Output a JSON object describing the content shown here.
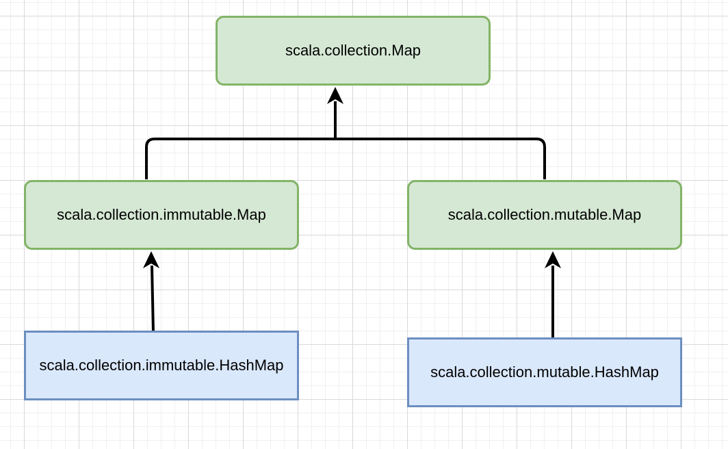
{
  "diagram": {
    "colors": {
      "interface_fill": "#d5e8d4",
      "interface_stroke": "#82b366",
      "class_fill": "#dae8fc",
      "class_stroke": "#6c8ebf",
      "edge": "#000000"
    },
    "nodes": {
      "map": {
        "label": "scala.collection.Map"
      },
      "immutable_map": {
        "label": "scala.collection.immutable.Map"
      },
      "mutable_map": {
        "label": "scala.collection.mutable.Map"
      },
      "immutable_hashmap": {
        "label": "scala.collection.immutable.HashMap"
      },
      "mutable_hashmap": {
        "label": "scala.collection.mutable.HashMap"
      }
    },
    "edges": [
      {
        "from": "immutable_map",
        "to": "map"
      },
      {
        "from": "mutable_map",
        "to": "map"
      },
      {
        "from": "immutable_hashmap",
        "to": "immutable_map"
      },
      {
        "from": "mutable_hashmap",
        "to": "mutable_map"
      }
    ]
  }
}
